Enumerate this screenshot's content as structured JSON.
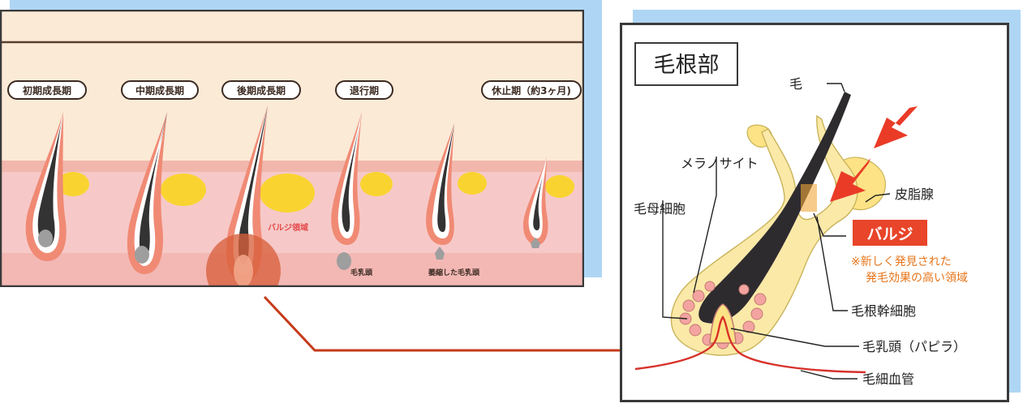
{
  "left_panel": {
    "stages": [
      {
        "label": "初期成長期"
      },
      {
        "label": "中期成長期"
      },
      {
        "label": "後期成長期"
      },
      {
        "label": "退行期"
      },
      {
        "label": "休止期（約3ヶ月)"
      }
    ],
    "bulge_area_label": "バルジ領域",
    "papilla_label": "毛乳頭",
    "shrunk_papilla_label": "萎縮した毛乳頭"
  },
  "right_panel": {
    "title": "毛根部",
    "labels": {
      "hair": "毛",
      "melanocyte": "メラノサイト",
      "sebaceous_gland": "皮脂腺",
      "matrix_cell": "毛母細胞",
      "bulge": "バルジ",
      "bulge_note_line1": "※新しく発見された",
      "bulge_note_line2": "発毛効果の高い領域",
      "stem_cell": "毛根幹細胞",
      "dermal_papilla": "毛乳頭（パピラ）",
      "capillary": "毛細血管"
    }
  },
  "colors": {
    "skin_top": "#fbead6",
    "dermis": "#f6c9c8",
    "connector": "#c63a1a",
    "bulge_red": "#e8452a",
    "arrow_red": "#ea3b27",
    "note_orange": "#e8751a",
    "sebaceous_yellow": "#fde385",
    "sebum_yellow": "#f9d430",
    "border": "#3a3a3a"
  }
}
